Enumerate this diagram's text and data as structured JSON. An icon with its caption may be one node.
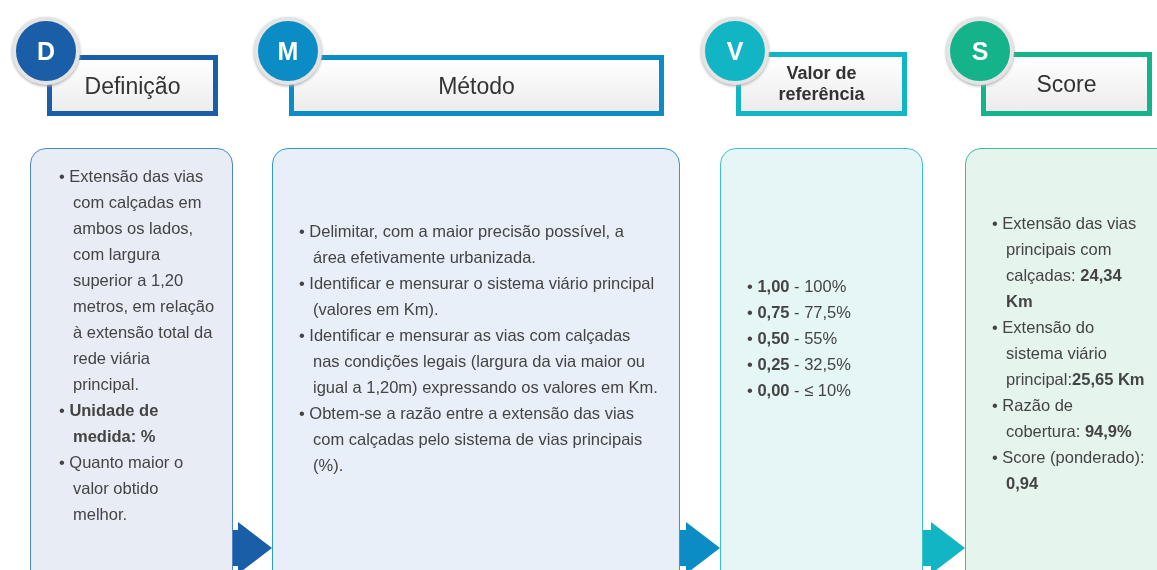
{
  "diagram": {
    "nodes": [
      {
        "text": [
          "D"
        ]
      },
      {
        "text": [
          "Definição"
        ]
      },
      {
        "text": [
          "• Extensão das vias com calçadas em ambos os lados, com largura superior a 1,20 metros, em relação à extensão total da rede viária principal.",
          "• **Unidade de medida: %**",
          "• Quanto maior o valor obtido melhor."
        ]
      },
      {
        "text": [
          "M"
        ]
      },
      {
        "text": [
          "Método"
        ]
      },
      {
        "text": [
          "• Delimitar, com a maior precisão possível, a área efetivamente urbanizada.",
          "• Identificar e mensurar o sistema viário principal (valores em Km).",
          "• Identificar e mensurar as vias com calçadas nas condições legais (largura da via maior ou igual a 1,20m) expressando os valores em Km.",
          "• Obtem-se a razão entre a extensão das vias com calçadas pelo sistema de vias principais (%)."
        ]
      },
      {
        "text": [
          "V"
        ]
      },
      {
        "text": [
          "Valor de referência"
        ]
      },
      {
        "text": [
          "• **1,00** - 100%",
          "• **0,75** - 77,5%",
          "• **0,50** - 55%",
          "• **0,25** - 32,5%",
          "• **0,00** - ≤ 10%"
        ]
      },
      {
        "text": [
          "S"
        ]
      },
      {
        "text": [
          "Score"
        ]
      },
      {
        "text": [
          "• Extensão das vias principais com calçadas: **24,34 Km**",
          "• Extensão do sistema viário principal:**25,65 Km**",
          "• Razão de cobertura: **94,9%**",
          "• Score (ponderado): **0,94**"
        ]
      }
    ],
    "edges": [
      {
        "from": 2,
        "to": 5,
        "arrow": "to",
        "color": "#1a5ea8"
      },
      {
        "from": 5,
        "to": 8,
        "arrow": "to",
        "color": "#0b8cc4"
      },
      {
        "from": 8,
        "to": 11,
        "arrow": "to",
        "color": "#12b5c3"
      }
    ]
  }
}
